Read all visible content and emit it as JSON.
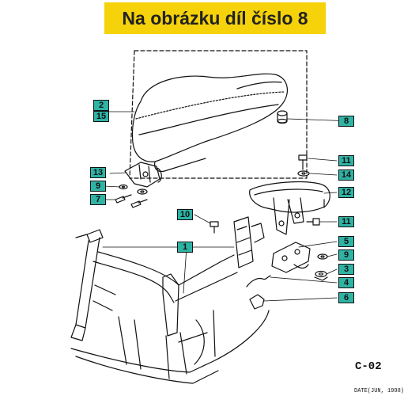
{
  "banner": {
    "text": "Na obrázku díl číslo 8",
    "background": "#f5d20a"
  },
  "label_color": "#2fb3a4",
  "labels": {
    "seat_a": "2",
    "seat_b": "15",
    "bumper": "8",
    "hinge": "13",
    "washer": "9",
    "bolt_hinge": "7",
    "bolt_top": "11",
    "washer_top": "14",
    "carrier": "12",
    "screw": "10",
    "bolt_side": "11",
    "frame": "1",
    "lock": "5",
    "lock_bolt": "9",
    "lock_washer": "3",
    "spring": "4",
    "clip": "6"
  },
  "diagram_code": "C-02",
  "date_text": "DATE(JUN, 1998)"
}
